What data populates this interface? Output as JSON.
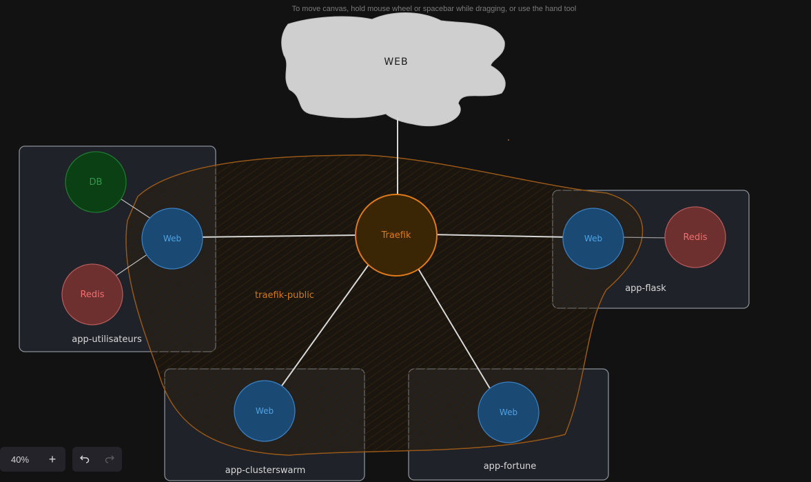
{
  "hint": "To move canvas, hold mouse wheel or spacebar while dragging, or use the hand tool",
  "toolbar": {
    "zoom": "40%",
    "zoom_in_icon": "plus-icon",
    "undo_icon": "undo-icon",
    "redo_icon": "redo-icon"
  },
  "diagram": {
    "cloud_label": "WEB",
    "traefik_label": "Traefik",
    "network_label": "traefik-public",
    "groups": {
      "utilisateurs": {
        "label": "app-utilisateurs",
        "db": "DB",
        "web": "Web",
        "redis": "Redis"
      },
      "flask": {
        "label": "app-flask",
        "web": "Web",
        "redis": "Redis"
      },
      "clusterswarm": {
        "label": "app-clusterswarm",
        "web": "Web"
      },
      "fortune": {
        "label": "app-fortune",
        "web": "Web"
      }
    }
  },
  "colors": {
    "background": "#121212",
    "web_fill": "#1a4a73",
    "web_text": "#4ea3e6",
    "redis_fill": "#6e2f2f",
    "redis_text": "#f07070",
    "db_fill": "#0b3f14",
    "db_text": "#2f9a4a",
    "traefik_fill": "#3a2504",
    "traefik_stroke": "#e07a1a",
    "cloud_fill": "#cfcfcf"
  }
}
